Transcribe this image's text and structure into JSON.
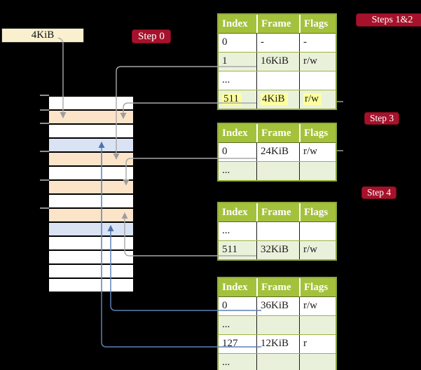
{
  "frame_label": {
    "text": "4KiB"
  },
  "badges": [
    {
      "id": "step0",
      "label": "Step 0"
    },
    {
      "id": "steps12",
      "label": "Steps 1&2"
    },
    {
      "id": "step3",
      "label": "Step 3"
    },
    {
      "id": "step4",
      "label": "Step 4"
    }
  ],
  "page_tables": {
    "columns": [
      "Index",
      "Frame",
      "Flags"
    ],
    "tables": [
      {
        "id": "table-steps-1-2",
        "rows": [
          {
            "index": "0",
            "frame": "-",
            "flags": "-",
            "shaded": false,
            "highlight": false
          },
          {
            "index": "1",
            "frame": "16KiB",
            "flags": "r/w",
            "shaded": true,
            "highlight": false
          },
          {
            "index": "...",
            "frame": "",
            "flags": "",
            "shaded": false,
            "highlight": false
          },
          {
            "index": "511",
            "frame": "4KiB",
            "flags": "r/w",
            "shaded": true,
            "highlight": true
          }
        ]
      },
      {
        "id": "table-step-3",
        "rows": [
          {
            "index": "0",
            "frame": "24KiB",
            "flags": "r/w",
            "shaded": false,
            "highlight": false
          },
          {
            "index": "...",
            "frame": "",
            "flags": "",
            "shaded": true,
            "highlight": false
          }
        ]
      },
      {
        "id": "table-step-4",
        "rows": [
          {
            "index": "...",
            "frame": "",
            "flags": "",
            "shaded": false,
            "highlight": false
          },
          {
            "index": "511",
            "frame": "32KiB",
            "flags": "r/w",
            "shaded": true,
            "highlight": false
          }
        ]
      },
      {
        "id": "table-leaf",
        "rows": [
          {
            "index": "0",
            "frame": "36KiB",
            "flags": "r/w",
            "shaded": false,
            "highlight": false
          },
          {
            "index": "...",
            "frame": "",
            "flags": "",
            "shaded": true,
            "highlight": false
          },
          {
            "index": "127",
            "frame": "12KiB",
            "flags": "r",
            "shaded": false,
            "highlight": false
          },
          {
            "index": "...",
            "frame": "",
            "flags": "",
            "shaded": true,
            "highlight": false
          }
        ]
      }
    ]
  },
  "memory_column": {
    "frame_rows": [
      {
        "kind": "free"
      },
      {
        "kind": "page-table"
      },
      {
        "kind": "free"
      },
      {
        "kind": "data-page"
      },
      {
        "kind": "page-table"
      },
      {
        "kind": "free"
      },
      {
        "kind": "page-table"
      },
      {
        "kind": "free"
      },
      {
        "kind": "page-table"
      },
      {
        "kind": "data-page"
      },
      {
        "kind": "free"
      },
      {
        "kind": "free"
      },
      {
        "kind": "free"
      },
      {
        "kind": "free"
      }
    ],
    "tick_count": 6
  },
  "connections": [
    {
      "source": "4KiB label box",
      "target": "memory row 2 (page-table frame)",
      "color": "gray"
    },
    {
      "source": "table-steps-1-2 PTE 1 (16KiB)",
      "target": "memory row 5 (page-table frame)",
      "color": "gray"
    },
    {
      "source": "table-steps-1-2 PTE 511 (4KiB)",
      "target": "memory row 2 (page-table frame)",
      "color": "gray"
    },
    {
      "source": "table-step-3 PTE 0 (24KiB)",
      "target": "memory row 7 (page-table frame)",
      "color": "gray"
    },
    {
      "source": "table-step-4 PTE 511 (32KiB)",
      "target": "memory row 9 (page-table frame)",
      "color": "gray"
    },
    {
      "source": "table-leaf PTE 0 (36KiB)",
      "target": "memory row 10 (data page)",
      "color": "blue"
    },
    {
      "source": "table-leaf PTE 127 (12KiB)",
      "target": "memory row 4 (data page)",
      "color": "blue"
    }
  ],
  "colors": {
    "peach": "#FCE4C9",
    "pageblue": "#D9E3F4",
    "cream": "#FAF0CE",
    "badge": "#A6122B",
    "tgreen": "#A4C13C",
    "tlight": "#EAF1DB",
    "tborder": "#8FA93C",
    "tsep": "#9CB43F",
    "hl": "#FFFF9E",
    "gray_arrow": "#A8A8A8",
    "blue_arrow": "#5C80B8"
  }
}
